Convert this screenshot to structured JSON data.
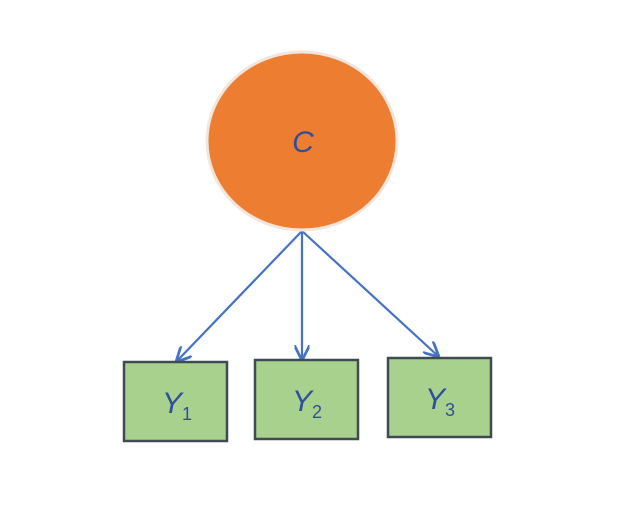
{
  "diagram": {
    "latent": {
      "label": "C",
      "fill": "#ed7d31",
      "stroke": "#f2e6dc"
    },
    "indicators": [
      {
        "label": "Y",
        "subscript": "1",
        "fill": "#a9d18e",
        "stroke": "#3f4a52"
      },
      {
        "label": "Y",
        "subscript": "2",
        "fill": "#a9d18e",
        "stroke": "#3f4a52"
      },
      {
        "label": "Y",
        "subscript": "3",
        "fill": "#a9d18e",
        "stroke": "#3f4a52"
      }
    ],
    "edge_color": "#4472c4",
    "text_color": "#2f4f9a"
  }
}
